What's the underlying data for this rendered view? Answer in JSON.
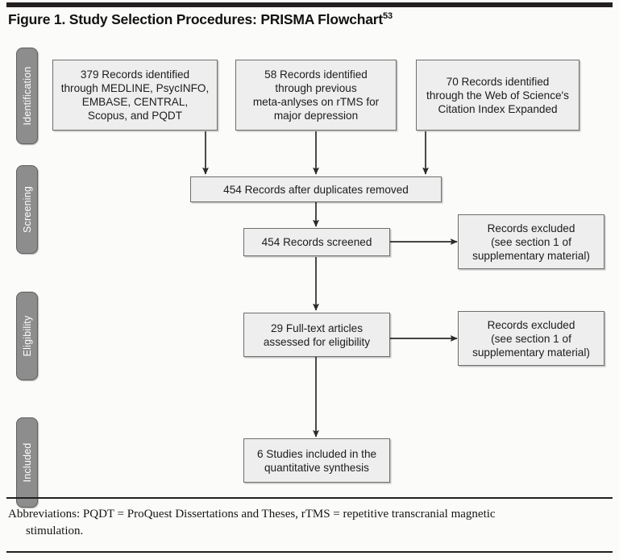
{
  "figure": {
    "title": "Figure 1. Study Selection Procedures: PRISMA Flowchart",
    "title_superscript": "53"
  },
  "stages": [
    {
      "id": "identification",
      "label": "Identification"
    },
    {
      "id": "screening",
      "label": "Screening"
    },
    {
      "id": "eligibility",
      "label": "Eligibility"
    },
    {
      "id": "included",
      "label": "Included"
    }
  ],
  "boxes": {
    "source_medline": "379 Records identified\nthrough MEDLINE, PsycINFO,\nEMBASE, CENTRAL,\nScopus, and PQDT",
    "source_meta": "58 Records identified\nthrough previous\nmeta-anlyses on rTMS for\nmajor depression",
    "source_wos": "70 Records identified\nthrough the Web of Science's\nCitation Index Expanded",
    "duplicates_removed": "454 Records after duplicates removed",
    "records_screened": "454 Records screened",
    "excluded_screening": "Records excluded\n(see section 1 of\nsupplementary material)",
    "fulltext_assessed": "29 Full-text articles\nassessed for eligibility",
    "excluded_eligibility": "Records excluded\n(see section 1 of\nsupplementary material)",
    "studies_included": "6 Studies included in the\nquantitative synthesis"
  },
  "counts": {
    "identified_medline": 379,
    "identified_meta": 58,
    "identified_wos": 70,
    "after_duplicates": 454,
    "screened": 454,
    "fulltext_assessed": 29,
    "studies_included": 6
  },
  "footnote": {
    "line1": "Abbreviations: PQDT = ProQuest Dissertations and Theses, rTMS = repetitive transcranial magnetic",
    "line2": "stimulation."
  },
  "colors": {
    "box_fill": "#eeeeee",
    "box_border": "#6e6e6e",
    "pill_fill": "#8d8d8d",
    "pill_text": "#ffffff",
    "rule": "#231f20",
    "page_background": "#fbfbf9",
    "connector": "#2b2b2b"
  }
}
